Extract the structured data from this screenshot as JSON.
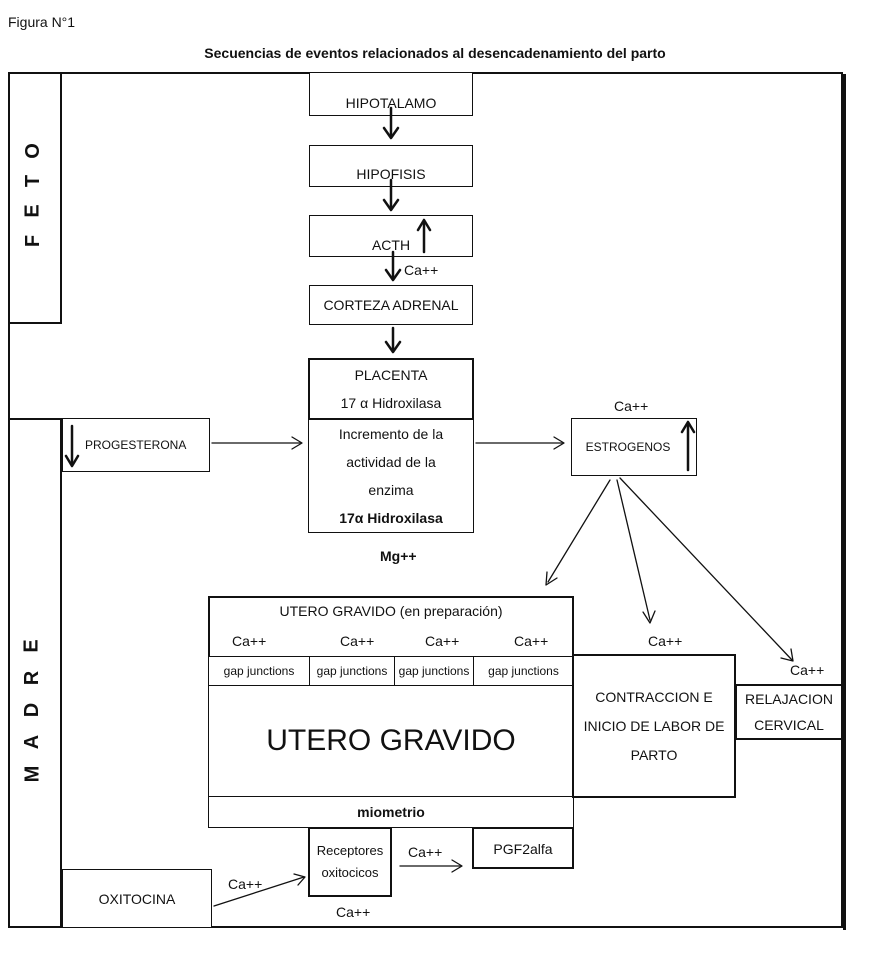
{
  "figure_label": "Figura N°1",
  "title": "Secuencias de eventos relacionados al desencadenamiento del parto",
  "side_labels": {
    "feto": [
      "F",
      "E",
      "T",
      "O"
    ],
    "madre": [
      "M",
      "A",
      "D",
      "R",
      "E"
    ]
  },
  "boxes": {
    "hipotalamo": "HIPOTALAMO",
    "hipofisis": "HIPOFISIS",
    "acth": "ACTH",
    "corteza": "CORTEZA ADRENAL",
    "placenta": "PLACENTA",
    "hidroxilasa_top": "17 α Hidroxilasa",
    "incremento_lines": [
      "Incremento de la",
      "actividad de la",
      "enzima"
    ],
    "hidroxilasa_bold": "17α Hidroxilasa",
    "progesterona": "PROGESTERONA",
    "estrogenos": "ESTROGENOS",
    "utero_prep": "UTERO GRAVIDO (en preparación)",
    "gap": [
      "gap junctions",
      "gap junctions",
      "gap junctions",
      "gap junctions"
    ],
    "utero_gravido": "UTERO GRAVIDO",
    "miometrio": "miometrio",
    "contraccion_lines": [
      "CONTRACCION E",
      "INICIO DE LABOR DE",
      "PARTO"
    ],
    "relajacion_lines": [
      "RELAJACION",
      "CERVICAL"
    ],
    "receptores_lines": [
      "Receptores",
      "oxitocicos"
    ],
    "pgf2alfa": "PGF2alfa",
    "oxitocina": "OXITOCINA"
  },
  "labels": {
    "ca_acth": "Ca++",
    "ca_estrogenos": "Ca++",
    "mg": "Mg++",
    "ca_utero": [
      "Ca++",
      "Ca++",
      "Ca++",
      "Ca++"
    ],
    "ca_contraccion": "Ca++",
    "ca_relajacion": "Ca++",
    "ca_oxitocina": "Ca++",
    "ca_receptores_right": "Ca++",
    "ca_receptores_bottom": "Ca++"
  }
}
